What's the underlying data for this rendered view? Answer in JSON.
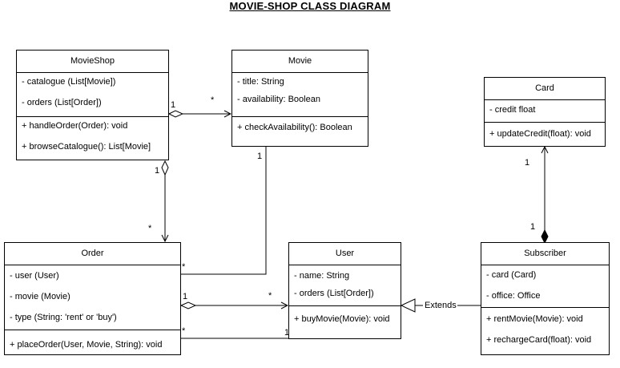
{
  "title": "MOVIE-SHOP CLASS DIAGRAM",
  "classes": {
    "movieshop": {
      "name": "MovieShop",
      "attributes": [
        "- catalogue (List[Movie])",
        "- orders (List[Order])"
      ],
      "methods": [
        "+ handleOrder(Order): void",
        "+ browseCatalogue(): List[Movie]"
      ]
    },
    "movie": {
      "name": "Movie",
      "attributes": [
        "- title: String",
        "- availability: Boolean"
      ],
      "methods": [
        "+ checkAvailability(): Boolean"
      ]
    },
    "card": {
      "name": "Card",
      "attributes": [
        "- credit float"
      ],
      "methods": [
        "+ updateCredit(float): void"
      ]
    },
    "order": {
      "name": "Order",
      "attributes": [
        "- user (User)",
        "- movie (Movie)",
        "- type (String: 'rent' or 'buy')"
      ],
      "methods": [
        "+ placeOrder(User, Movie, String): void"
      ]
    },
    "user": {
      "name": "User",
      "attributes": [
        "- name: String",
        "- orders (List[Order])"
      ],
      "methods": [
        "+ buyMovie(Movie): void"
      ]
    },
    "subscriber": {
      "name": "Subscriber",
      "attributes": [
        "- card (Card)",
        "- office: Office"
      ],
      "methods": [
        "+ rentMovie(Movie): void",
        "+ rechargeCard(float): void"
      ]
    }
  },
  "relations": {
    "shop_movie": {
      "from_mult": "1",
      "to_mult": "*"
    },
    "shop_order": {
      "from_mult": "1",
      "to_mult": "*"
    },
    "movie_order": {
      "from_mult": "1",
      "to_mult": "*"
    },
    "order_user_assoc": {
      "from_mult": "1",
      "to_mult": "*"
    },
    "order_user_line": {
      "from_mult": "*",
      "to_mult": "1"
    },
    "card_subscriber": {
      "from_mult": "1",
      "to_mult": "1"
    },
    "extends_label": "Extends"
  }
}
